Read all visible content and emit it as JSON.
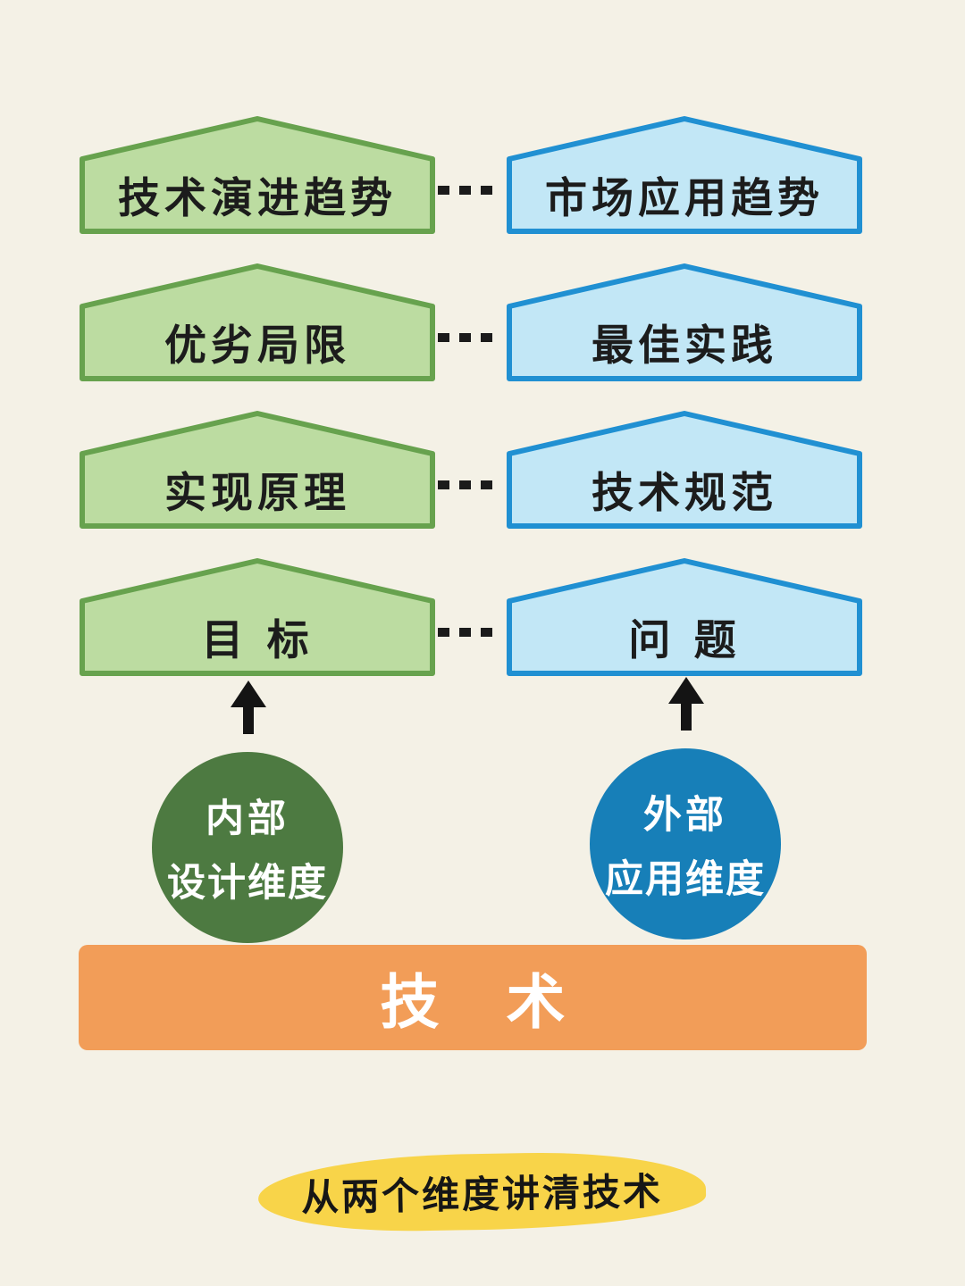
{
  "rows": [
    {
      "left": "技术演进趋势",
      "right": "市场应用趋势"
    },
    {
      "left": "优劣局限",
      "right": "最佳实践"
    },
    {
      "left": "实现原理",
      "right": "技术规范"
    },
    {
      "left": "目 标",
      "right": "问 题"
    }
  ],
  "internal_dimension": {
    "line1": "内部",
    "line2": "设计维度"
  },
  "external_dimension": {
    "line1": "外部",
    "line2": "应用维度"
  },
  "base_label": "技 术",
  "caption": "从两个维度讲清技术",
  "colors": {
    "background": "#f4f1e6",
    "design_node_fill": "#bcdca1",
    "design_node_stroke": "#67a24e",
    "application_node_fill": "#c2e7f6",
    "application_node_stroke": "#2090d2",
    "internal_circle": "#4d7a41",
    "external_circle": "#177fb8",
    "base_bar": "#f29d58",
    "caption_highlight": "#f8d449",
    "connector": "#1b1b1b",
    "arrow": "#141414"
  }
}
